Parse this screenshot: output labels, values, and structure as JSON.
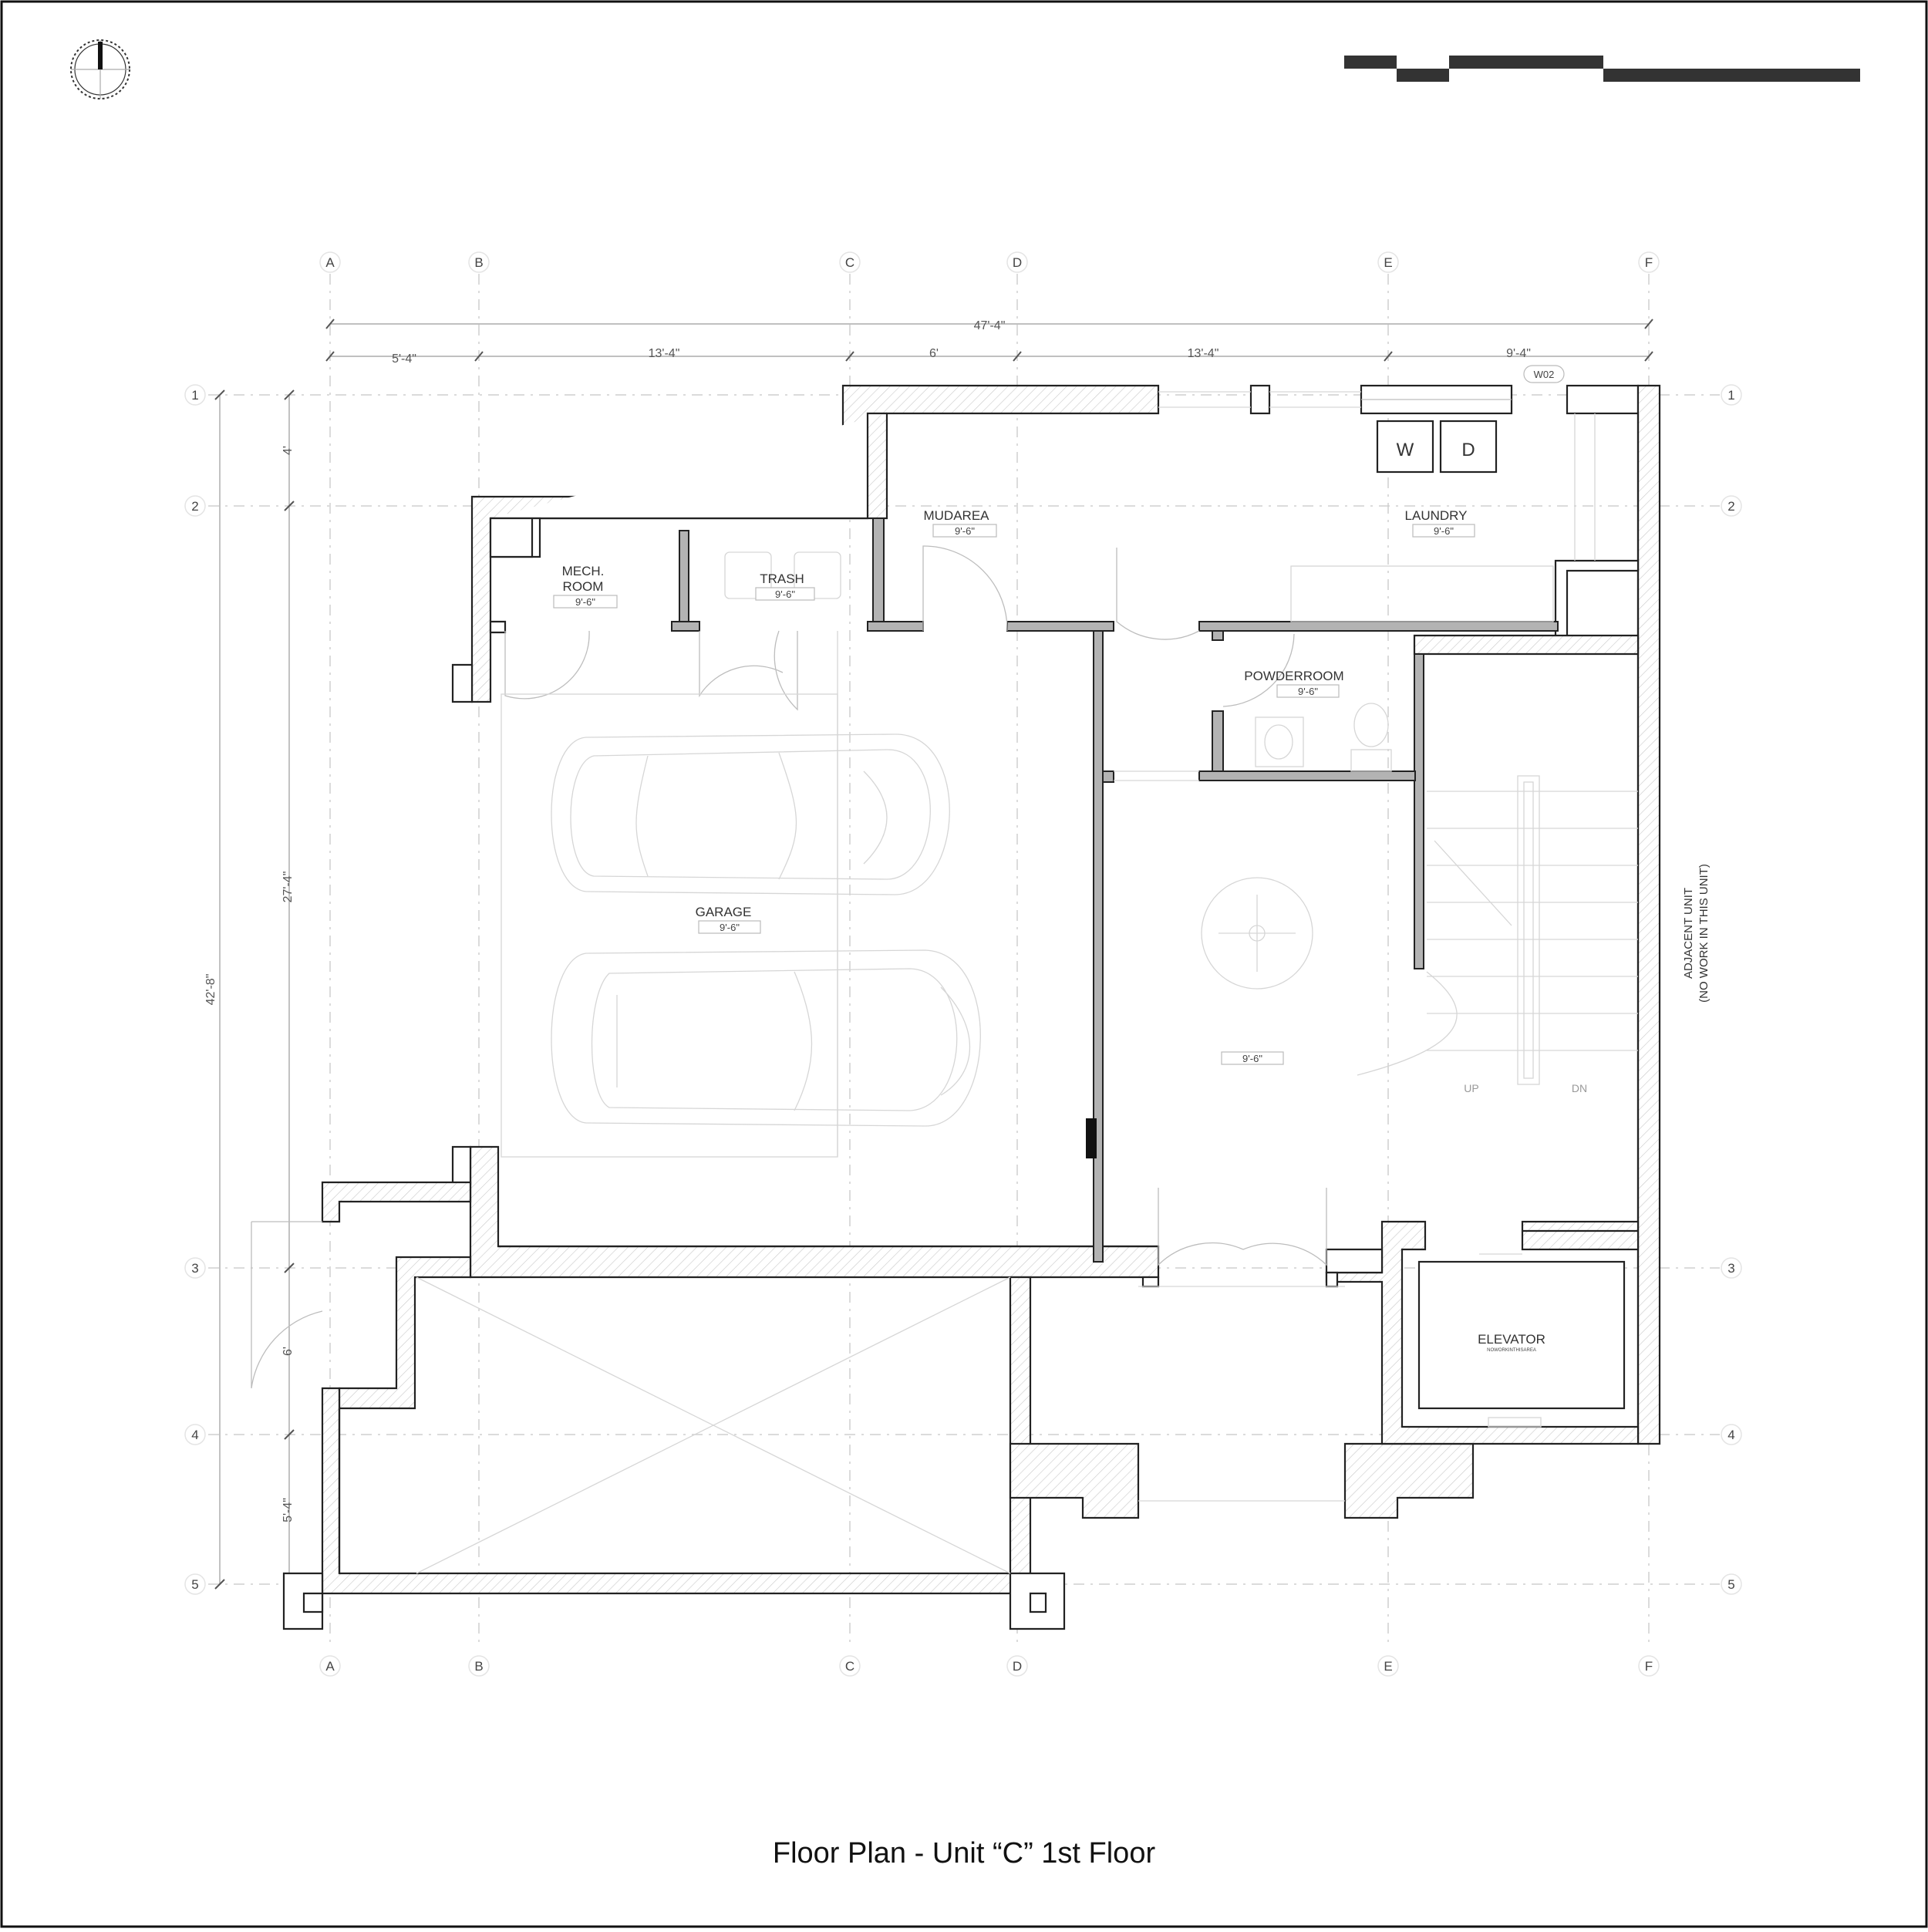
{
  "title": "Floor Plan - Unit “C” 1st Floor",
  "grid_columns": [
    "A",
    "B",
    "C",
    "D",
    "E",
    "F"
  ],
  "grid_rows": [
    "1",
    "2",
    "3",
    "4",
    "5"
  ],
  "dimensions": {
    "overall_width": "47'-4\"",
    "overall_depth": "42'-8\"",
    "col_a_b": "5'-4\"",
    "col_b_c": "13'-4\"",
    "col_c_d": "6'",
    "col_d_e": "13'-4\"",
    "col_e_f": "9'-4\"",
    "row_1_2": "4'",
    "row_2_3": "27'-4\"",
    "row_3_4": "6'",
    "row_4_5": "5'-4\""
  },
  "rooms": {
    "mech_line1": "MECH.",
    "mech_line2": "ROOM",
    "mech_height": "9'-6\"",
    "trash": "TRASH",
    "trash_height": "9'-6\"",
    "mud": "MUDAREA",
    "mud_height": "9'-6\"",
    "laundry": "LAUNDRY",
    "laundry_height": "9'-6\"",
    "powder": "POWDERROOM",
    "powder_height": "9'-6\"",
    "garage": "GARAGE",
    "garage_height": "9'-6\"",
    "hall_height": "9'-6\"",
    "elevator": "ELEVATOR",
    "elevator_note": "NOWORKINTHISAREA",
    "adjacent_line1": "ADJACENT UNIT",
    "adjacent_line2": "(NO WORK IN THIS UNIT)"
  },
  "fixtures": {
    "washer": "W",
    "dryer": "D",
    "window_tag": "W02",
    "stair_up": "UP",
    "stair_down": "DN"
  }
}
